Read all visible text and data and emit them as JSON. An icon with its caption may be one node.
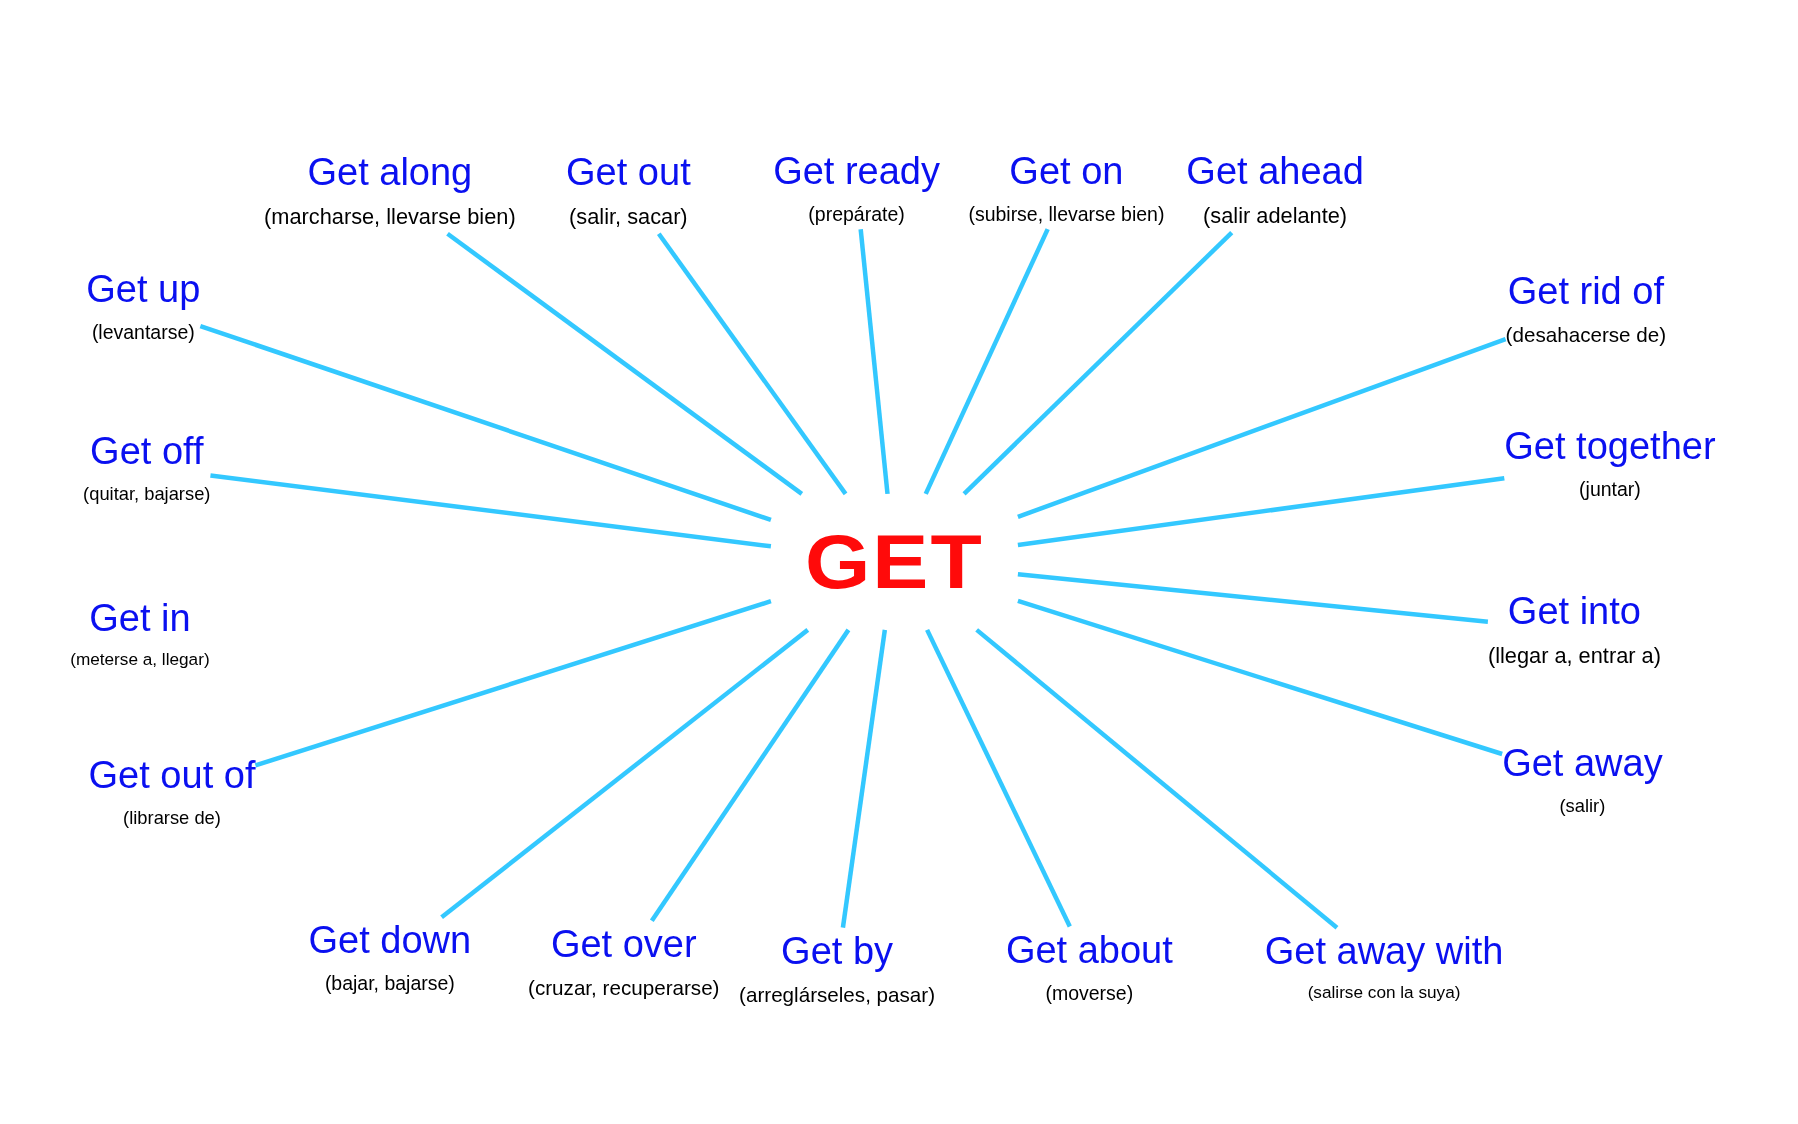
{
  "diagram": {
    "nodes": [
      {
        "text": [
          "GET"
        ]
      },
      {
        "text": [
          "Get along",
          "(marcharse, llevarse bien)"
        ]
      },
      {
        "text": [
          "Get out",
          "(salir, sacar)"
        ]
      },
      {
        "text": [
          "Get ready",
          "(prepárate)"
        ]
      },
      {
        "text": [
          "Get on",
          "(subirse, llevarse bien)"
        ]
      },
      {
        "text": [
          "Get ahead",
          "(salir adelante)"
        ]
      },
      {
        "text": [
          "Get up",
          "(levantarse)"
        ]
      },
      {
        "text": [
          "Get rid of",
          "(desahacerse de)"
        ]
      },
      {
        "text": [
          "Get off",
          "(quitar, bajarse)"
        ]
      },
      {
        "text": [
          "Get together",
          "(juntar)"
        ]
      },
      {
        "text": [
          "Get in",
          "(meterse a, llegar)"
        ]
      },
      {
        "text": [
          "Get into",
          "(llegar a, entrar a)"
        ]
      },
      {
        "text": [
          "Get out of",
          "(librarse de)"
        ]
      },
      {
        "text": [
          "Get away",
          "(salir)"
        ]
      },
      {
        "text": [
          "Get down",
          "(bajar, bajarse)"
        ]
      },
      {
        "text": [
          "Get over",
          "(cruzar, recuperarse)"
        ]
      },
      {
        "text": [
          "Get by",
          "(arreglárseles, pasar)"
        ]
      },
      {
        "text": [
          "Get about",
          "(moverse)"
        ]
      },
      {
        "text": [
          "Get away with",
          "(salirse con la suya)"
        ]
      }
    ],
    "edges": [
      {
        "from": 0,
        "to": 1,
        "arrow": "none"
      },
      {
        "from": 0,
        "to": 2,
        "arrow": "none"
      },
      {
        "from": 0,
        "to": 3,
        "arrow": "none"
      },
      {
        "from": 0,
        "to": 4,
        "arrow": "none"
      },
      {
        "from": 0,
        "to": 5,
        "arrow": "none"
      },
      {
        "from": 0,
        "to": 6,
        "arrow": "none"
      },
      {
        "from": 0,
        "to": 7,
        "arrow": "none"
      },
      {
        "from": 0,
        "to": 8,
        "arrow": "none"
      },
      {
        "from": 0,
        "to": 9,
        "arrow": "none"
      },
      {
        "from": 0,
        "to": 11,
        "arrow": "none"
      },
      {
        "from": 0,
        "to": 12,
        "arrow": "none"
      },
      {
        "from": 0,
        "to": 13,
        "arrow": "none"
      },
      {
        "from": 0,
        "to": 14,
        "arrow": "none"
      },
      {
        "from": 0,
        "to": 15,
        "arrow": "none"
      },
      {
        "from": 0,
        "to": 16,
        "arrow": "none"
      },
      {
        "from": 0,
        "to": 17,
        "arrow": "none"
      },
      {
        "from": 0,
        "to": 18,
        "arrow": "none"
      }
    ]
  }
}
